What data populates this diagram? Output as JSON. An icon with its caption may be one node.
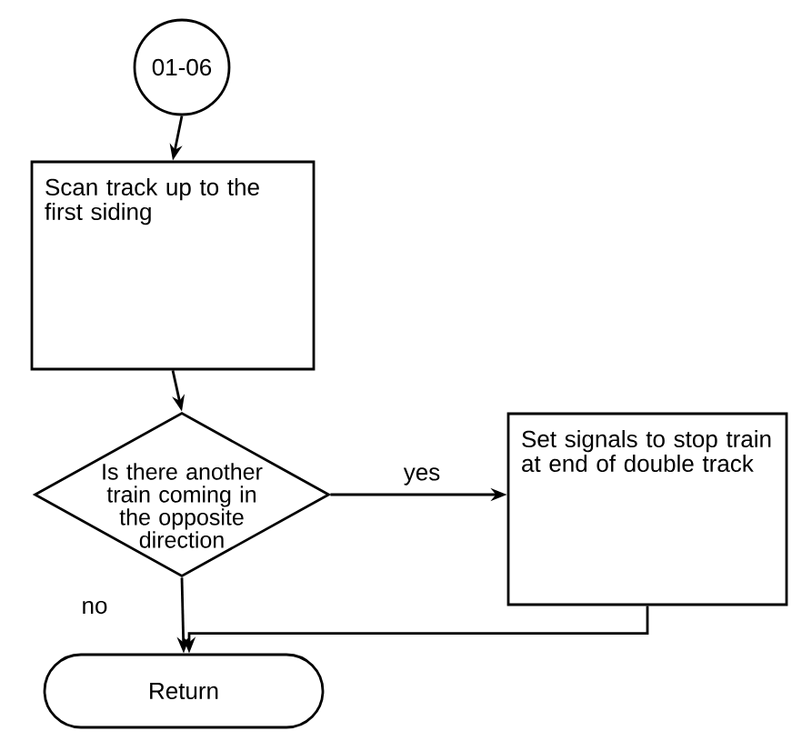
{
  "diagram": {
    "nodes": [
      {
        "text": [
          "01-06"
        ]
      },
      {
        "text": [
          "Scan track up to the first siding"
        ]
      },
      {
        "text": [
          "Is there another train coming in the opposite direction"
        ]
      },
      {
        "text": [
          "Set signals to stop train at end of double track"
        ]
      },
      {
        "text": [
          "Return"
        ]
      }
    ],
    "edges": [
      {
        "from": 0,
        "to": 1,
        "arrow": "to"
      },
      {
        "from": 1,
        "to": 2,
        "arrow": "to"
      },
      {
        "from": 2,
        "to": 3,
        "arrow": "to",
        "label": "yes"
      },
      {
        "from": 2,
        "to": 4,
        "arrow": "to",
        "label": "no"
      },
      {
        "from": 3,
        "to": 4,
        "arrow": "to"
      }
    ]
  }
}
